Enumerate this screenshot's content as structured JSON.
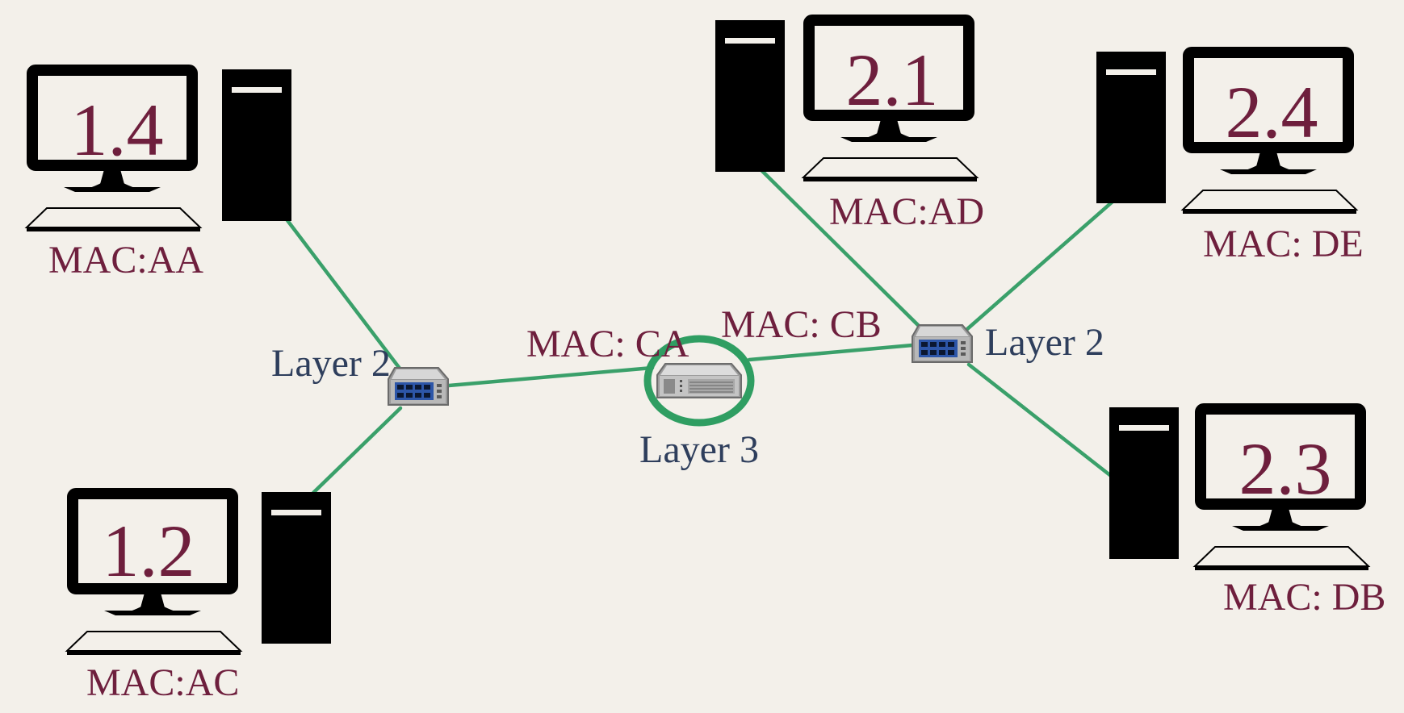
{
  "colors": {
    "background": "#f3f0ea",
    "link": "#3aa06a",
    "highlight_ring": "#2f9e62",
    "label_text": "#6e1f3d",
    "layer_text": "#2e3e5c",
    "device": "#000000"
  },
  "computers": [
    {
      "id": "pc-aa",
      "screen_label": "1.4",
      "mac_label": "MAC:AA"
    },
    {
      "id": "pc-ac",
      "screen_label": "1.2",
      "mac_label": "MAC:AC"
    },
    {
      "id": "pc-ad",
      "screen_label": "2.1",
      "mac_label": "MAC:AD"
    },
    {
      "id": "pc-de",
      "screen_label": "2.4",
      "mac_label": "MAC: DE"
    },
    {
      "id": "pc-db",
      "screen_label": "2.3",
      "mac_label": "MAC: DB"
    }
  ],
  "network_devices": {
    "left_switch": {
      "label": "Layer 2",
      "icon": "switch-icon"
    },
    "right_switch": {
      "label": "Layer 2",
      "icon": "switch-icon"
    },
    "router": {
      "label": "Layer 3",
      "icon": "router-icon",
      "highlighted": true
    }
  },
  "interface_labels": {
    "router_left": "MAC: CA",
    "router_right": "MAC: CB"
  }
}
